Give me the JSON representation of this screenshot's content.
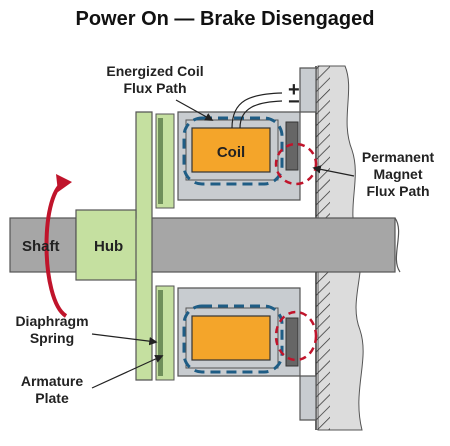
{
  "title": "Power On — Brake Disengaged",
  "labels": {
    "coil_flux_line1": "Energized Coil",
    "coil_flux_line2": "Flux Path",
    "plus": "+",
    "minus": "−",
    "coil": "Coil",
    "pm_line1": "Permanent",
    "pm_line2": "Magnet",
    "pm_line3": "Flux Path",
    "shaft": "Shaft",
    "hub": "Hub",
    "diaphragm_line1": "Diaphragm",
    "diaphragm_line2": "Spring",
    "armature_line1": "Armature",
    "armature_line2": "Plate"
  },
  "colors": {
    "shaft": "#a6a6a6",
    "hub": "#c5e0a0",
    "housing": "#c8ccd0",
    "coil": "#f4a52a",
    "magnet": "#666666",
    "coil_flux": "#1f5d85",
    "pm_flux": "#c0142b",
    "rotation_arrow": "#c0142b",
    "wall": "#dcdcdc"
  }
}
